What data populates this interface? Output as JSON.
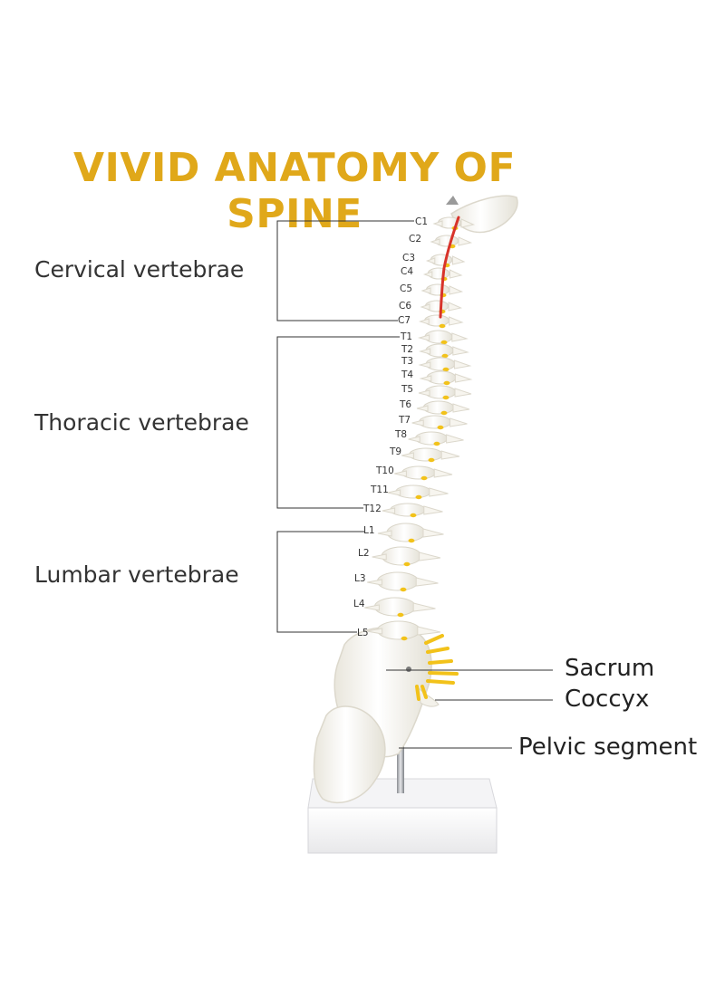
{
  "title": "VIVID ANATOMY OF SPINE",
  "groups": {
    "cervical": "Cervical vertebrae",
    "thoracic": "Thoracic vertebrae",
    "lumbar": "Lumbar vertebrae"
  },
  "vertebrae": [
    "C1",
    "C2",
    "C3",
    "C4",
    "C5",
    "C6",
    "C7",
    "T1",
    "T2",
    "T3",
    "T4",
    "T5",
    "T6",
    "T7",
    "T8",
    "T9",
    "T10",
    "T11",
    "T12",
    "L1",
    "L2",
    "L3",
    "L4",
    "L5"
  ],
  "callouts": {
    "sacrum": "Sacrum",
    "coccyx": "Coccyx",
    "pelvic": "Pelvic segment"
  },
  "colors": {
    "title": "#e0a81a",
    "bone": "#fbfaf6",
    "nerve": "#f2c21a",
    "artery": "#d8332a",
    "line": "#333333"
  }
}
